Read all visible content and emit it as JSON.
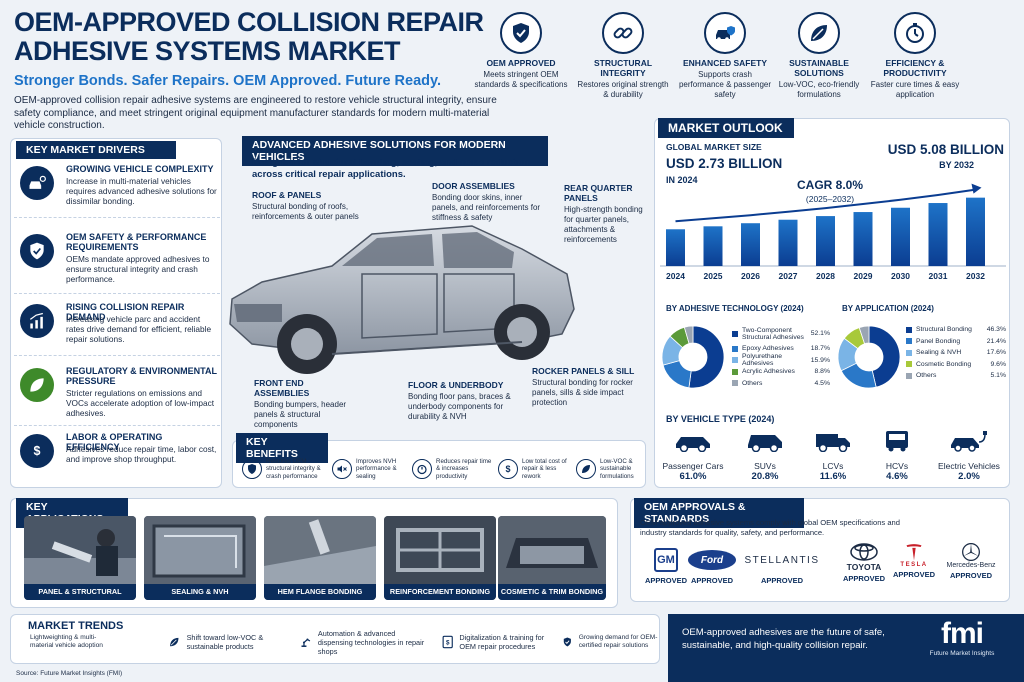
{
  "header": {
    "title": "OEM-APPROVED COLLISION REPAIR ADHESIVE SYSTEMS MARKET",
    "tagline": "Stronger Bonds. Safer Repairs. OEM Approved. Future Ready.",
    "description": "OEM-approved collision repair adhesive systems are engineered to restore vehicle structural integrity, ensure safety compliance, and meet stringent original equipment manufacturer standards for modern multi-material vehicle construction."
  },
  "highlights": [
    {
      "title": "OEM APPROVED",
      "desc": "Meets stringent OEM standards & specifications",
      "icon": "shield-check-icon"
    },
    {
      "title": "STRUCTURAL INTEGRITY",
      "desc": "Restores original strength & durability",
      "icon": "chain-link-icon"
    },
    {
      "title": "ENHANCED SAFETY",
      "desc": "Supports crash performance & passenger safety",
      "icon": "car-shield-icon"
    },
    {
      "title": "SUSTAINABLE SOLUTIONS",
      "desc": "Low-VOC, eco-friendly formulations",
      "icon": "leaf-icon"
    },
    {
      "title": "EFFICIENCY & PRODUCTIVITY",
      "desc": "Faster cure times & easy application",
      "icon": "stopwatch-icon"
    }
  ],
  "drivers": {
    "heading": "KEY MARKET DRIVERS",
    "items": [
      {
        "title": "GROWING VEHICLE COMPLEXITY",
        "desc": "Increase in multi-material vehicles requires advanced adhesive solutions for dissimilar bonding."
      },
      {
        "title": "OEM SAFETY & PERFORMANCE REQUIREMENTS",
        "desc": "OEMs mandate approved adhesives to ensure structural integrity and crash performance."
      },
      {
        "title": "RISING COLLISION REPAIR DEMAND",
        "desc": "Increasing vehicle parc and accident rates drive demand for efficient, reliable repair solutions."
      },
      {
        "title": "REGULATORY & ENVIRONMENTAL PRESSURE",
        "desc": "Stricter regulations on emissions and VOCs accelerate adoption of low-impact adhesives."
      },
      {
        "title": "LABOR & OPERATING EFFICIENCY",
        "desc": "Adhesives reduce repair time, labor cost, and improve shop throughput."
      }
    ]
  },
  "solutions": {
    "heading": "ADVANCED ADHESIVE SOLUTIONS FOR MODERN VEHICLES",
    "subheading": "Designed for structural bonding, sealing, and noise reduction across critical repair applications.",
    "callouts": [
      {
        "title": "ROOF & PANELS",
        "desc": "Structural bonding of roofs, reinforcements & outer panels"
      },
      {
        "title": "DOOR ASSEMBLIES",
        "desc": "Bonding door skins, inner panels, and reinforcements for stiffness & safety"
      },
      {
        "title": "REAR QUARTER PANELS",
        "desc": "High-strength bonding for quarter panels, attachments & reinforcements"
      },
      {
        "title": "FRONT END ASSEMBLIES",
        "desc": "Bonding bumpers, header panels & structural components"
      },
      {
        "title": "FLOOR & UNDERBODY",
        "desc": "Bonding floor pans, braces & underbody components for durability & NVH"
      },
      {
        "title": "ROCKER PANELS & SILL",
        "desc": "Structural bonding for rocker panels, sills & side impact protection"
      }
    ]
  },
  "benefits": {
    "heading": "KEY BENEFITS",
    "items": [
      "Restores OEM structural integrity & crash performance",
      "Improves NVH performance & sealing",
      "Reduces repair time & increases productivity",
      "Low total cost of repair & less rework",
      "Low-VOC & sustainable formulations"
    ]
  },
  "outlook": {
    "heading": "MARKET OUTLOOK",
    "size_label": "GLOBAL MARKET SIZE",
    "start_value": "USD 2.73 BILLION",
    "start_year": "IN 2024",
    "end_value": "USD 5.08 BILLION",
    "end_year": "BY 2032",
    "cagr": "CAGR 8.0%",
    "cagr_period": "(2025–2032)"
  },
  "chart_data": [
    {
      "type": "bar",
      "categories": [
        "2024",
        "2025",
        "2026",
        "2027",
        "2028",
        "2029",
        "2030",
        "2031",
        "2032"
      ],
      "values": [
        2.73,
        2.95,
        3.18,
        3.44,
        3.71,
        4.01,
        4.33,
        4.68,
        5.08
      ],
      "title": "",
      "xlabel": "",
      "ylabel": "",
      "ylim": [
        0,
        5.5
      ]
    },
    {
      "type": "pie",
      "title": "BY ADHESIVE TECHNOLOGY (2024)",
      "categories": [
        "Two-Component Structural Adhesives",
        "Epoxy Adhesives",
        "Polyurethane Adhesives",
        "Acrylic Adhesives",
        "Others"
      ],
      "values": [
        52.1,
        18.7,
        15.9,
        8.8,
        4.5
      ],
      "labels": [
        "52.1%",
        "18.7%",
        "15.9%",
        "8.8%",
        "4.5%"
      ],
      "colors": [
        "#0b3d91",
        "#2a78c8",
        "#7ab4e6",
        "#5b9a3a",
        "#9aa5b3"
      ]
    },
    {
      "type": "pie",
      "title": "BY APPLICATION (2024)",
      "categories": [
        "Structural Bonding",
        "Panel Bonding",
        "Sealing & NVH",
        "Cosmetic Bonding",
        "Others"
      ],
      "values": [
        46.3,
        21.4,
        17.6,
        9.6,
        5.1
      ],
      "labels": [
        "46.3%",
        "21.4%",
        "17.6%",
        "9.6%",
        "5.1%"
      ],
      "colors": [
        "#0b3d91",
        "#2a78c8",
        "#7ab4e6",
        "#a8c93a",
        "#9aa5b3"
      ]
    },
    {
      "type": "table",
      "title": "BY VEHICLE TYPE (2024)",
      "categories": [
        "Passenger Cars",
        "SUVs",
        "LCVs",
        "HCVs",
        "Electric Vehicles"
      ],
      "values": [
        61.0,
        20.8,
        11.6,
        4.6,
        2.0
      ],
      "labels": [
        "61.0%",
        "20.8%",
        "11.6%",
        "4.6%",
        "2.0%"
      ]
    }
  ],
  "applications": {
    "heading": "KEY APPLICATIONS",
    "items": [
      "PANEL & STRUCTURAL BONDING",
      "SEALING & NVH",
      "HEM FLANGE BONDING",
      "REINFORCEMENT BONDING",
      "COSMETIC & TRIM BONDING"
    ]
  },
  "approvals": {
    "heading": "OEM APPROVALS & STANDARDS",
    "desc": "OEM-approved adhesive systems comply with global OEM specifications and industry standards for quality, safety, and performance.",
    "brands": [
      "GM",
      "Ford",
      "STELLANTIS",
      "TOYOTA",
      "TESLA",
      "Mercedes-Benz"
    ],
    "approved_label": "APPROVED"
  },
  "trends": {
    "heading": "MARKET TRENDS",
    "items": [
      "Lightweighting & multi-material vehicle adoption",
      "Shift toward low-VOC & sustainable products",
      "Automation & advanced dispensing technologies in repair shops",
      "Digitalization & training for OEM repair procedures",
      "Growing demand for OEM-certified repair solutions"
    ]
  },
  "footer": {
    "statement": "OEM-approved adhesives are the future of safe, sustainable, and high-quality collision repair.",
    "brand": "fmi",
    "brand_sub": "Future Market Insights",
    "source": "Source: Future Market Insights (FMI)"
  },
  "colors": {
    "navy": "#0b2d5c",
    "accent": "#1e73c8",
    "light": "#eef2f7"
  }
}
